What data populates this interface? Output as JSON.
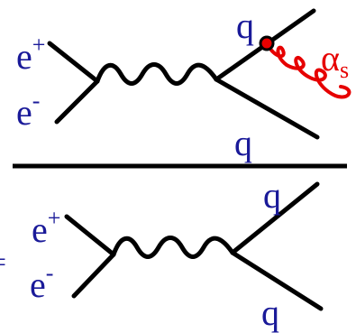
{
  "colors": {
    "ink": "#000000",
    "label": "#1a1a99",
    "gluon": "#e60000"
  },
  "top": {
    "electron_plus": {
      "base": "e",
      "sup": "+"
    },
    "electron_minus": {
      "base": "e",
      "sup": "-"
    },
    "quark_out": "q",
    "quark_bottom": "q",
    "coupling": {
      "base": "α",
      "sub": "s"
    }
  },
  "bottom": {
    "electron_plus": {
      "base": "e",
      "sup": "+"
    },
    "electron_minus": {
      "base": "e",
      "sup": "-"
    },
    "quark_out": "q",
    "quark_bottom": "q"
  },
  "margin_mark": "="
}
